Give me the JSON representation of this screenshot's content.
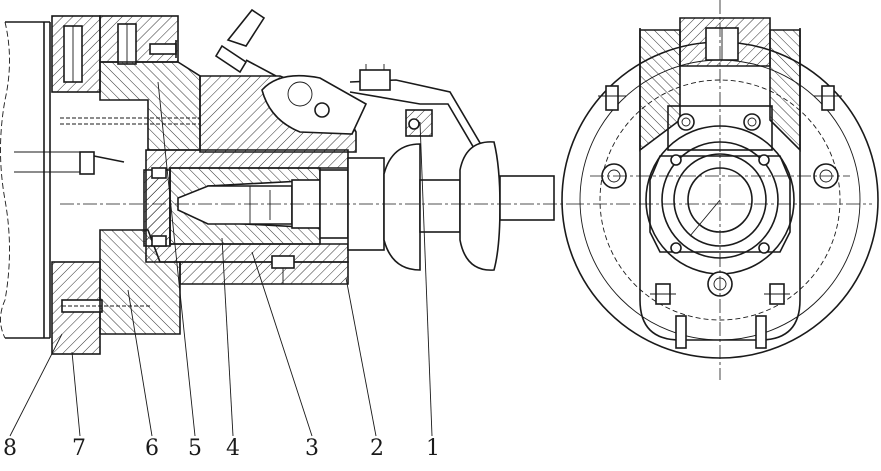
{
  "part_labels": [
    "8",
    "7",
    "6",
    "5",
    "4",
    "3",
    "2",
    "1"
  ],
  "colors": {
    "ink": "#1a1a1a",
    "paper": "#ffffff"
  }
}
